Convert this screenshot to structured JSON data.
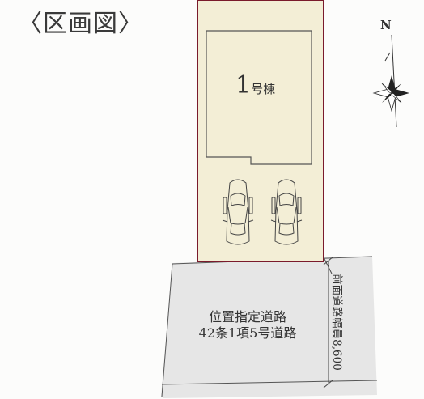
{
  "title": "〈区画図〉",
  "compass": {
    "north_label": "N",
    "icon": "compass-rose-icon"
  },
  "lot": {
    "building_label": "1",
    "building_suffix": "号棟",
    "fill": "#f3eed6",
    "border": "#7a1a2c"
  },
  "road": {
    "name_line1": "位置指定道路",
    "name_line2": "42条1項5号道路",
    "width_label": "前面道路幅員8,600",
    "fill": "#e6e6e6"
  },
  "parking": {
    "car_count": 2,
    "icon": "car-icon"
  }
}
